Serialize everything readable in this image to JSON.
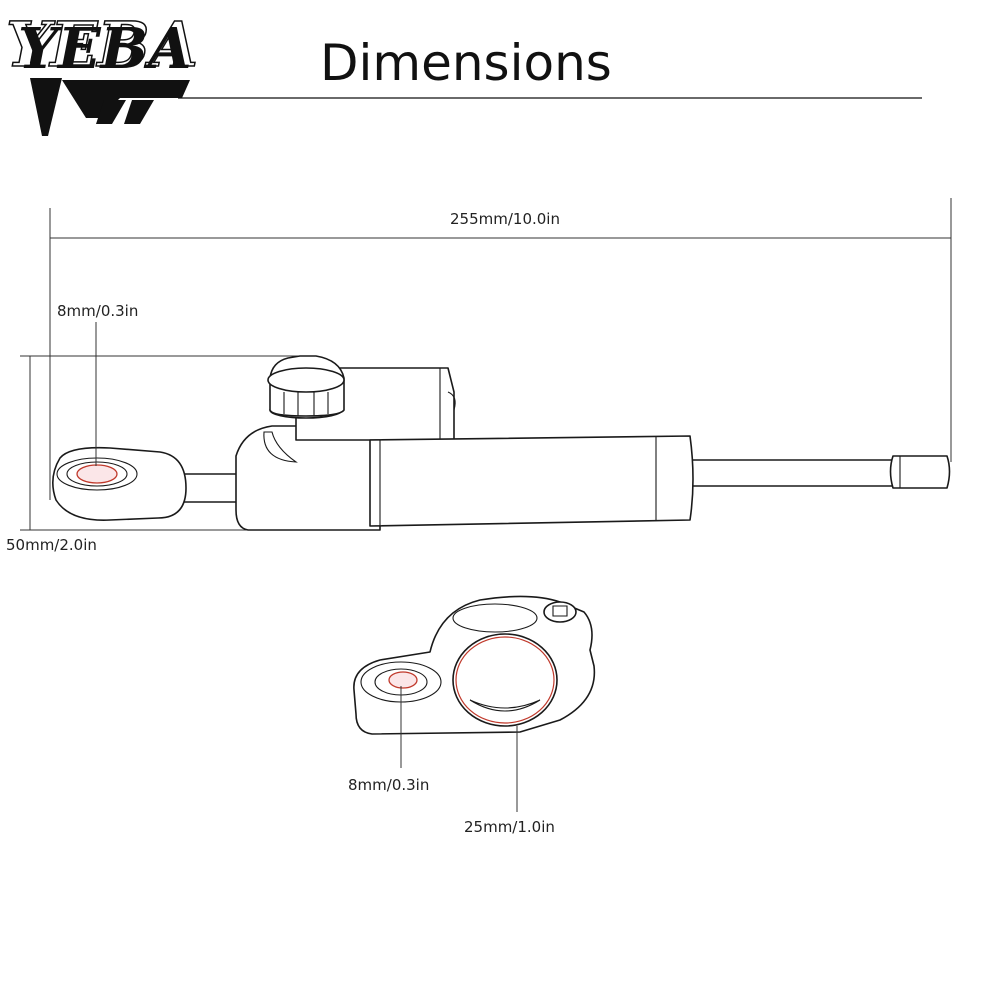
{
  "logo": {
    "text": "YEBA",
    "mark_text": "YEBA"
  },
  "header": {
    "title": "Dimensions"
  },
  "damper": {
    "length_label": "255mm/10.0in",
    "eye_hole_label": "8mm/0.3in",
    "height_label": "50mm/2.0in"
  },
  "clamp": {
    "small_hole_label": "8mm/0.3in",
    "large_hole_label": "25mm/1.0in"
  },
  "colors": {
    "line": "#1a1a1a",
    "hole_highlight": "#c0392b",
    "background": "#ffffff"
  }
}
